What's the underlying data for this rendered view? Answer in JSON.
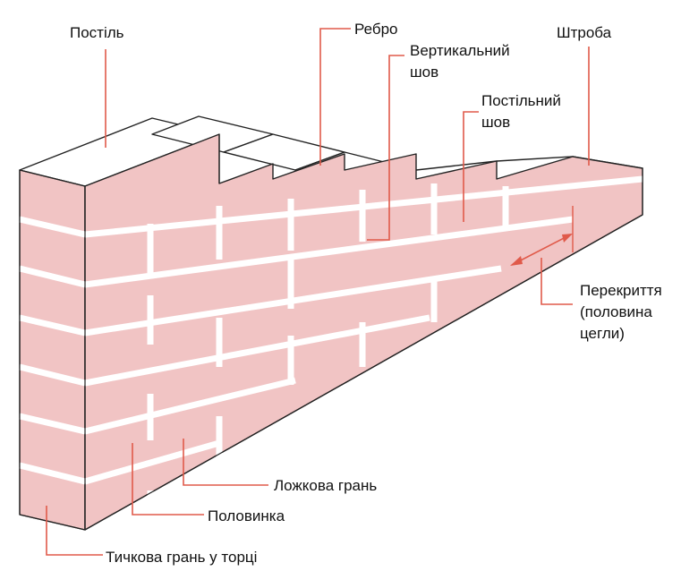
{
  "labels": {
    "bed": "Постіль",
    "edge": "Ребро",
    "vertical_joint_1": "Вертикальний",
    "vertical_joint_2": "шов",
    "bed_joint_1": "Постільний",
    "bed_joint_2": "шов",
    "groove": "Штроба",
    "overlap_1": "Перекриття",
    "overlap_2": "(половина",
    "overlap_3": "цегли)",
    "stretcher_face": "Ложкова грань",
    "half": "Половинка",
    "header_face": "Тичкова грань у торці"
  },
  "colors": {
    "brick": "#f1c4c4",
    "outline": "#222222",
    "leader": "#e05a4a",
    "top": "#ffffff"
  }
}
